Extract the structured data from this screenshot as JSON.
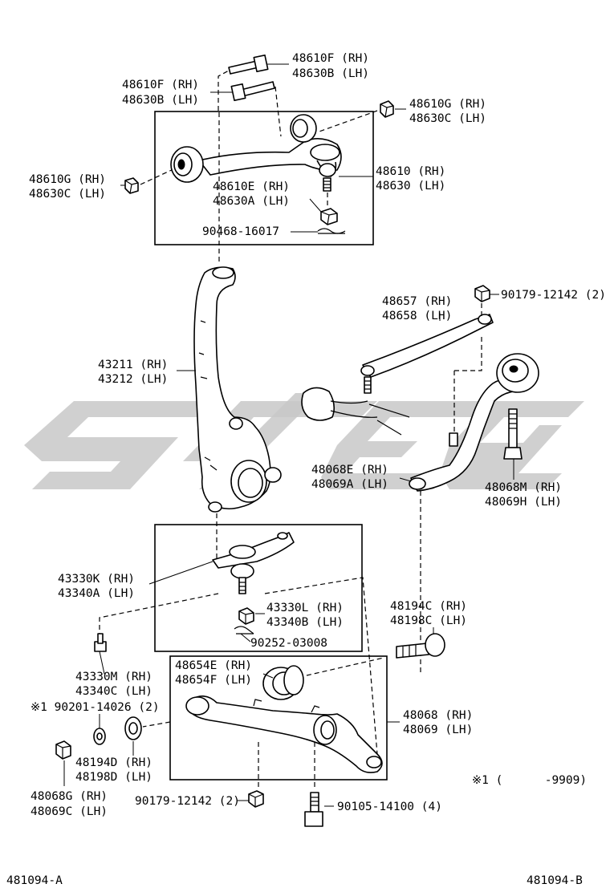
{
  "labels": {
    "p48610F_rh": "48610F (RH)",
    "p48630B_lh": "48630B (LH)",
    "p48610F_rh_2": "48610F (RH)",
    "p48630B_lh_2": "48630B (LH)",
    "p48610G_rh_top": "48610G (RH)",
    "p48630C_lh_top": "48630C (LH)",
    "p48610G_rh_left": "48610G (RH)",
    "p48630C_lh_left": "48630C (LH)",
    "p48610_rh": "48610 (RH)",
    "p48630_lh": "48630 (LH)",
    "p48610E_rh": "48610E (RH)",
    "p48630A_lh": "48630A (LH)",
    "p90468": "90468-16017",
    "p90179_top": "90179-12142 (2)",
    "p48657_rh": "48657 (RH)",
    "p48658_lh": "48658 (LH)",
    "p43211_rh": "43211 (RH)",
    "p43212_lh": "43212 (LH)",
    "p48068E_rh": "48068E (RH)",
    "p48069A_lh": "48069A (LH)",
    "p48068M_rh": "48068M (RH)",
    "p48069H_lh": "48069H (LH)",
    "p43330K_rh": "43330K (RH)",
    "p43340A_lh": "43340A (LH)",
    "p43330L_rh": "43330L (RH)",
    "p43340B_lh": "43340B (LH)",
    "p90252": "90252-03008",
    "p48194C_rh": "48194C (RH)",
    "p48198C_lh": "48198C (LH)",
    "p43330M_rh": "43330M (RH)",
    "p43340C_lh": "43340C (LH)",
    "p48654E_rh": "48654E (RH)",
    "p48654F_lh": "48654F (LH)",
    "p90201": "※1 90201-14026 (2)",
    "p48068_rh": "48068 (RH)",
    "p48069_lh": "48069 (LH)",
    "p48194D_rh": "48194D (RH)",
    "p48198D_lh": "48198D (LH)",
    "note1": "※1 (      -9909)",
    "p48068G_rh": "48068G (RH)",
    "p48069C_lh": "48069C (LH)",
    "p90179_bottom": "90179-12142 (2)",
    "p90105": "90105-14100 (4)",
    "ref_left": "481094-A",
    "ref_right": "481094-B"
  },
  "colors": {
    "line": "#000000",
    "watermark": "#c8c8c8",
    "background": "#ffffff"
  }
}
